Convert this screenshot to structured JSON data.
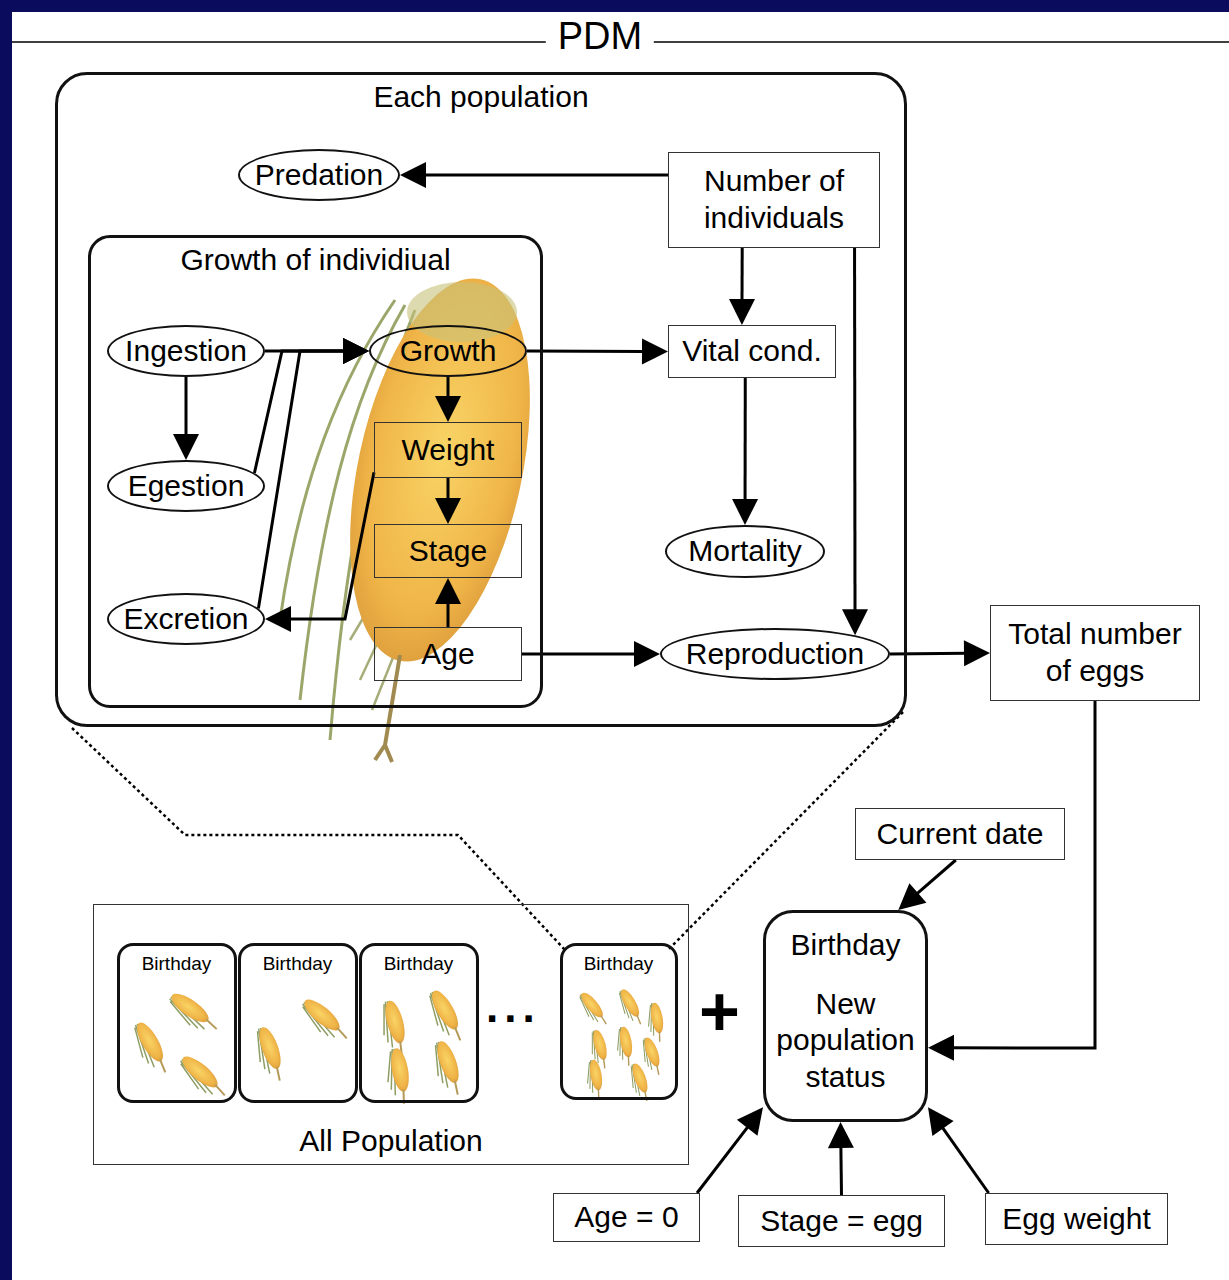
{
  "diagram": {
    "title": "PDM",
    "nodes": [
      {
        "text": [
          "Each population"
        ]
      },
      {
        "text": [
          "Predation"
        ],
        "in": 0
      },
      {
        "text": [
          "Number of individuals"
        ],
        "in": 0
      },
      {
        "text": [
          "Growth of individiual"
        ],
        "in": 0
      },
      {
        "text": [
          "Ingestion"
        ],
        "in": 3
      },
      {
        "text": [
          "Growth"
        ],
        "in": 3
      },
      {
        "text": [
          "Vital cond."
        ],
        "in": 0
      },
      {
        "text": [
          "Egestion"
        ],
        "in": 3
      },
      {
        "text": [
          "Weight"
        ],
        "in": 3
      },
      {
        "text": [
          "Stage"
        ],
        "in": 3
      },
      {
        "text": [
          "Mortality"
        ],
        "in": 0
      },
      {
        "text": [
          "Excretion"
        ],
        "in": 3
      },
      {
        "text": [
          "Age"
        ],
        "in": 3
      },
      {
        "text": [
          "Reproduction"
        ],
        "in": 0
      },
      {
        "text": [
          "Total number of eggs"
        ]
      },
      {
        "text": [
          "Current date"
        ]
      },
      {
        "text": [
          "All Population"
        ]
      },
      {
        "text": [
          "Birthday"
        ],
        "in": 16
      },
      {
        "text": [
          "Birthday"
        ],
        "in": 16
      },
      {
        "text": [
          "Birthday"
        ],
        "in": 16
      },
      {
        "text": [
          "Birthday"
        ],
        "in": 16
      },
      {
        "text": [
          "Birthday",
          "New population status"
        ]
      },
      {
        "text": [
          "Age = 0"
        ]
      },
      {
        "text": [
          "Stage = egg"
        ]
      },
      {
        "text": [
          "Egg weight"
        ]
      }
    ],
    "edges": [
      {
        "from": 2,
        "to": 1,
        "arrow": "to"
      },
      {
        "from": 2,
        "to": 6,
        "arrow": "to"
      },
      {
        "from": 2,
        "to": 13,
        "arrow": "to"
      },
      {
        "from": 4,
        "to": 5,
        "arrow": "to"
      },
      {
        "from": 4,
        "to": 7,
        "arrow": "to"
      },
      {
        "from": 7,
        "to": 5,
        "arrow": "to"
      },
      {
        "from": 11,
        "to": 5,
        "arrow": "to"
      },
      {
        "from": 8,
        "to": 11,
        "arrow": "to"
      },
      {
        "from": 5,
        "to": 8,
        "arrow": "to"
      },
      {
        "from": 5,
        "to": 6,
        "arrow": "to"
      },
      {
        "from": 8,
        "to": 9,
        "arrow": "to"
      },
      {
        "from": 12,
        "to": 9,
        "arrow": "to"
      },
      {
        "from": 12,
        "to": 13,
        "arrow": "to"
      },
      {
        "from": 6,
        "to": 10,
        "arrow": "to"
      },
      {
        "from": 13,
        "to": 14,
        "arrow": "to"
      },
      {
        "from": 14,
        "to": 21,
        "arrow": "to"
      },
      {
        "from": 15,
        "to": 21,
        "arrow": "to"
      },
      {
        "from": 22,
        "to": 21,
        "arrow": "to"
      },
      {
        "from": 23,
        "to": 21,
        "arrow": "to"
      },
      {
        "from": 24,
        "to": 21,
        "arrow": "to"
      }
    ],
    "labels": [
      "...",
      "+"
    ]
  }
}
